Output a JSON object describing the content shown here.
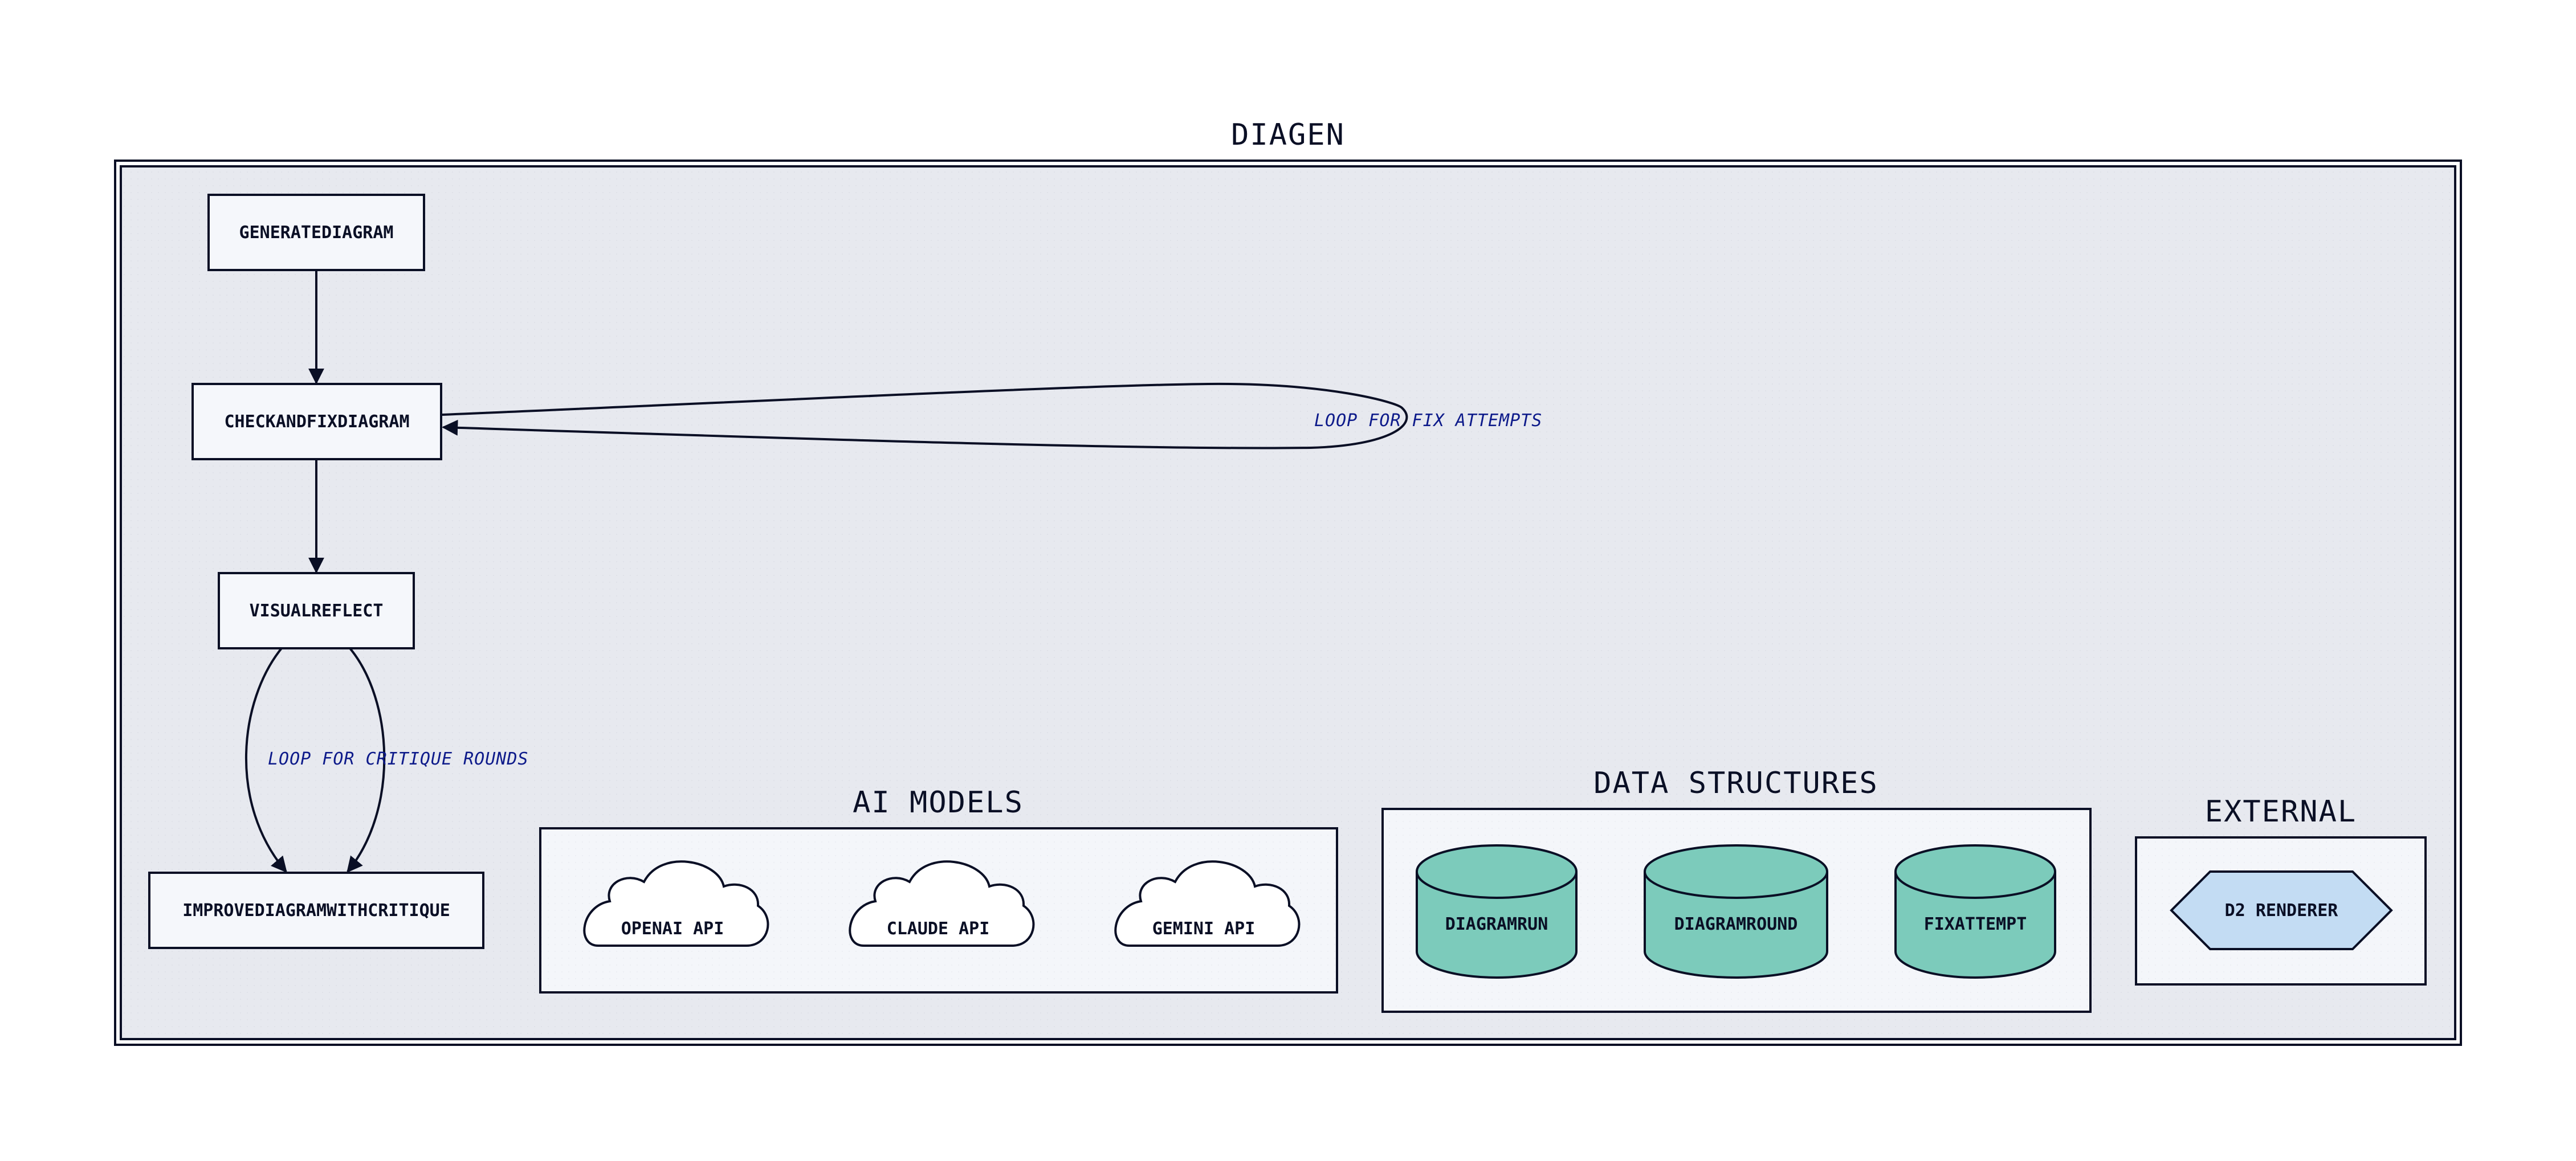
{
  "diagram": {
    "title": "DIAGEN",
    "colors": {
      "container_fill": "#e7e9ef",
      "node_fill": "#f5f7fb",
      "stroke": "#0a0f25",
      "cylinder_fill": "#7ccbbb",
      "hexagon_fill": "#c3dcf3",
      "cloud_fill": "#ffffff",
      "edge_label": "#0d1a8a"
    },
    "nodes": {
      "generate": "GENERATEDIAGRAM",
      "checkfix": "CHECKANDFIXDIAGRAM",
      "visual": "VISUALREFLECT",
      "improve": "IMPROVEDIAGRAMWITHCRITIQUE"
    },
    "edges": {
      "fix_loop_label": "LOOP FOR FIX ATTEMPTS",
      "critique_loop_label": "LOOP FOR CRITIQUE ROUNDS"
    },
    "groups": {
      "ai_models": {
        "title": "AI MODELS",
        "items": [
          "OPENAI API",
          "CLAUDE API",
          "GEMINI API"
        ]
      },
      "data_structures": {
        "title": "DATA STRUCTURES",
        "items": [
          "DIAGRAMRUN",
          "DIAGRAMROUND",
          "FIXATTEMPT"
        ]
      },
      "external": {
        "title": "EXTERNAL",
        "items": [
          "D2 RENDERER"
        ]
      }
    }
  }
}
